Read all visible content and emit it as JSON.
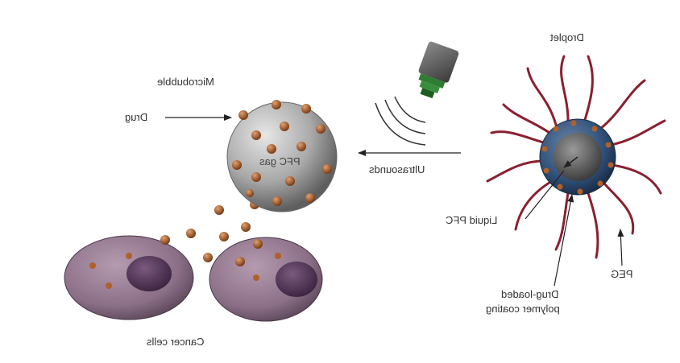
{
  "labels": {
    "droplet": "Droplet",
    "microbubble": "Microbubble",
    "drug": "Drug",
    "pfc_gas": "PFC gas",
    "ultrasounds": "Ultrasounds",
    "liquid_pfc": "Liquid PFC",
    "peg": "PEG",
    "drug_loaded_line1": "Drug-loaded",
    "drug_loaded_line2": "polymer coating",
    "cancer_cells": "Cancer cells"
  },
  "colors": {
    "drug_particle": "#b0602a",
    "microbubble": "#a9a9a9",
    "droplet_coating": "#2f4f78",
    "peg_chain": "#8a2030",
    "cancer_cell": "#8a6f86",
    "nucleus": "#4a2f4f",
    "transducer_body": "#555555",
    "transducer_head": "#2e7d32"
  },
  "icons": {
    "transducer": "ultrasound-transducer-icon",
    "waves": "sound-waves-icon"
  }
}
